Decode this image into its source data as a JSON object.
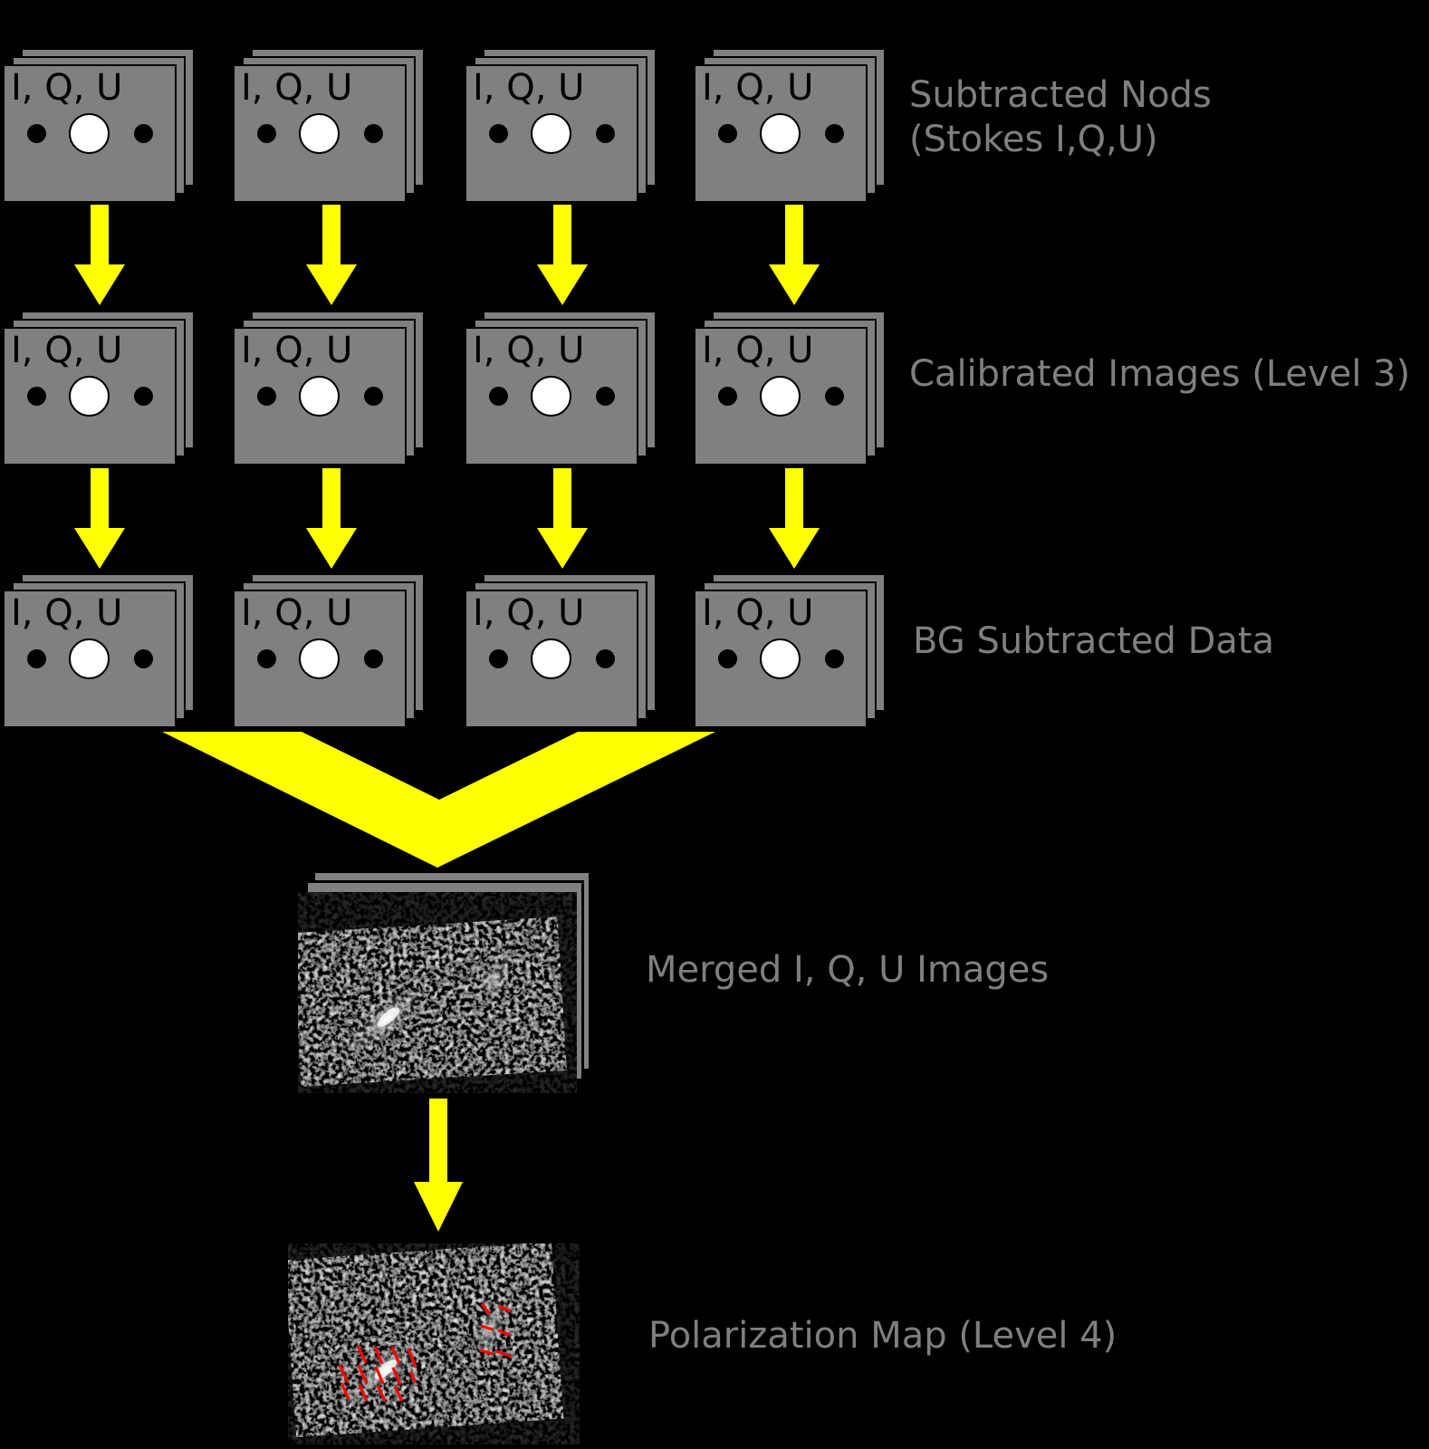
{
  "background": "#000000",
  "colors": {
    "card_fill": "#808080",
    "card_text": "#000000",
    "arrow": "#ffff00",
    "label_text": "#7f7f7f",
    "vector": "#ff0000"
  },
  "cards": {
    "face_label": "I, Q, U",
    "stack_depth": 3,
    "columns_per_row": 4
  },
  "rows": [
    {
      "id": "subtracted-nods",
      "label_lines": [
        "Subtracted Nods",
        "(Stokes I,Q,U)"
      ]
    },
    {
      "id": "calibrated-images",
      "label_lines": [
        "Calibrated Images (Level 3)"
      ]
    },
    {
      "id": "bg-subtracted",
      "label_lines": [
        "BG Subtracted Data"
      ]
    }
  ],
  "merged": {
    "label": "Merged I, Q, U Images"
  },
  "polarization": {
    "label": "Polarization Map (Level 4)",
    "vectors_left": [
      [
        77,
        113,
        86,
        132
      ],
      [
        96,
        114,
        104,
        133
      ],
      [
        115,
        114,
        123,
        133
      ],
      [
        133,
        116,
        141,
        137
      ],
      [
        57,
        134,
        66,
        153
      ],
      [
        78,
        135,
        87,
        155
      ],
      [
        97,
        136,
        105,
        155
      ],
      [
        116,
        137,
        124,
        156
      ],
      [
        135,
        142,
        141,
        153
      ],
      [
        59,
        154,
        67,
        172
      ],
      [
        79,
        156,
        87,
        174
      ],
      [
        99,
        157,
        107,
        174
      ],
      [
        118,
        158,
        126,
        174
      ]
    ],
    "vectors_right": [
      [
        214,
        67,
        223,
        78
      ],
      [
        233,
        69,
        246,
        75
      ],
      [
        213,
        91,
        226,
        95
      ],
      [
        232,
        96,
        245,
        101
      ],
      [
        212,
        118,
        226,
        122
      ],
      [
        230,
        119,
        247,
        125
      ]
    ]
  }
}
